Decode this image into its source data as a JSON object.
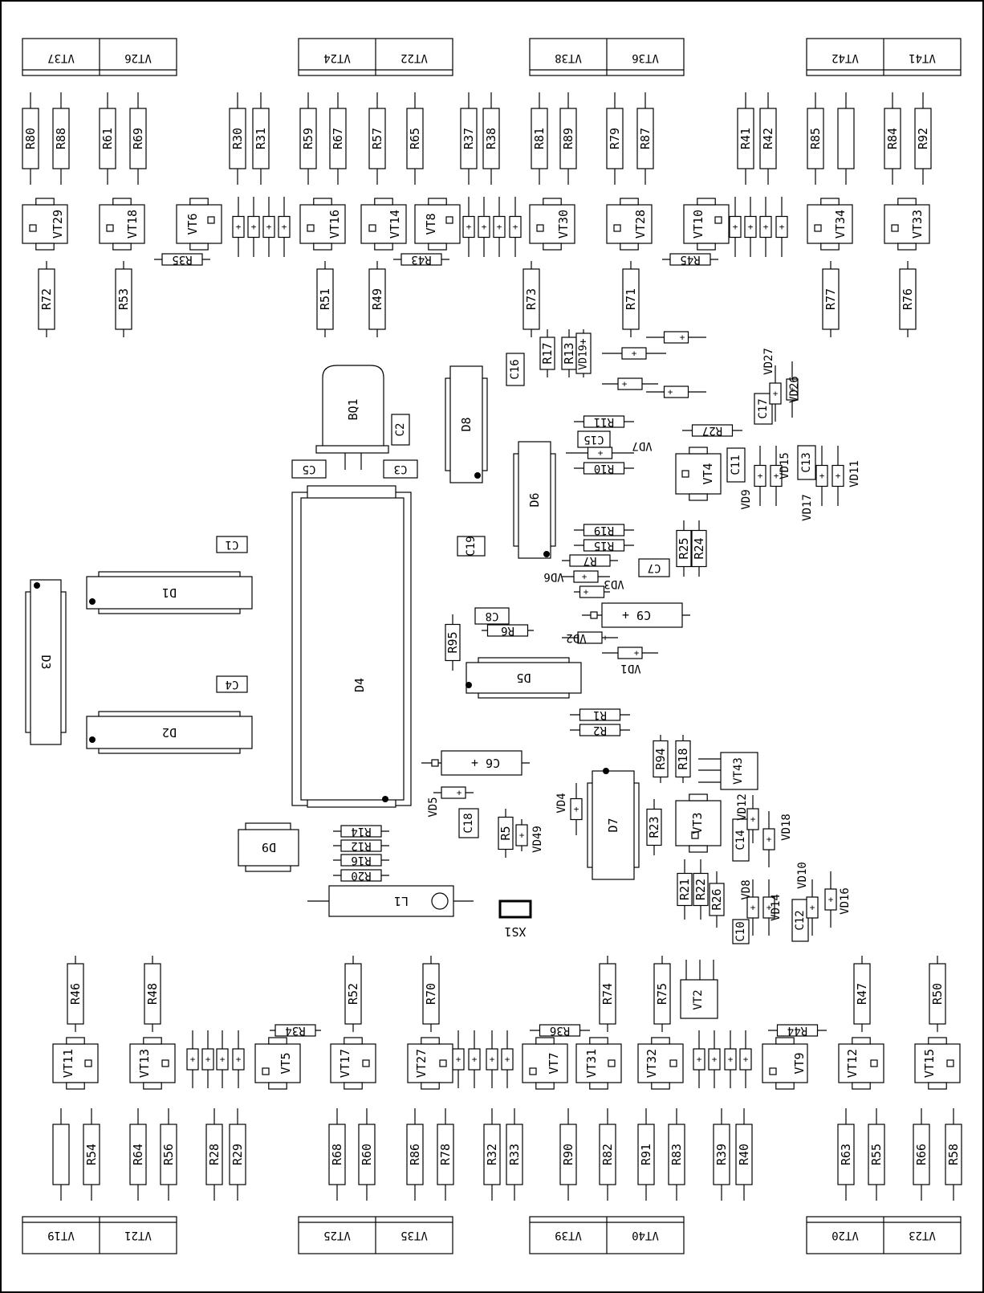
{
  "title": "",
  "components": {
    "transistor_pairs": [
      [
        "VT26",
        "VT37"
      ],
      [
        "VT22",
        "VT24"
      ],
      [
        "VT36",
        "VT38"
      ],
      [
        "VT41",
        "VT42"
      ],
      [
        "VT21",
        "VT19"
      ],
      [
        "VT35",
        "VT25"
      ],
      [
        "VT40",
        "VT39"
      ],
      [
        "VT23",
        "VT20"
      ]
    ],
    "resistors": [
      "R80",
      "R88",
      "R61",
      "R69",
      "R30",
      "R31",
      "R59",
      "R67",
      "R57",
      "R65",
      "R37",
      "R38",
      "R81",
      "R89",
      "R79",
      "R87",
      "R41",
      "R42",
      "R85",
      "R84",
      "R92",
      "R72",
      "R53",
      "R51",
      "R49",
      "R73",
      "R71",
      "R77",
      "R76",
      "R35",
      "R43",
      "R45",
      "R17",
      "R13",
      "R11",
      "R10",
      "R27",
      "R19",
      "R15",
      "R7",
      "R25",
      "R24",
      "R6",
      "R95",
      "R1",
      "R2",
      "R94",
      "R18",
      "R23",
      "R21",
      "R22",
      "R26",
      "R5",
      "R14",
      "R12",
      "R16",
      "R20",
      "R46",
      "R48",
      "R52",
      "R70",
      "R74",
      "R75",
      "R47",
      "R50",
      "R34",
      "R36",
      "R44",
      "R54",
      "R64",
      "R56",
      "R28",
      "R29",
      "R68",
      "R60",
      "R86",
      "R78",
      "R32",
      "R33",
      "R90",
      "R82",
      "R91",
      "R83",
      "R39",
      "R40",
      "R63",
      "R55",
      "R66",
      "R58"
    ],
    "transistors": [
      "VT29",
      "VT18",
      "VT6",
      "VT16",
      "VT14",
      "VT8",
      "VT30",
      "VT28",
      "VT10",
      "VT34",
      "VT33",
      "VT4",
      "VT3",
      "VT43",
      "VT2",
      "VT11",
      "VT13",
      "VT5",
      "VT17",
      "VT27",
      "VT7",
      "VT31",
      "VT32",
      "VT9",
      "VT12",
      "VT15"
    ],
    "chips": [
      "D1",
      "D2",
      "D3",
      "D4",
      "D5",
      "D6",
      "D7",
      "D8",
      "D9"
    ],
    "capacitors": [
      "C1",
      "C2",
      "C3",
      "C4",
      "C5",
      "C6",
      "C7",
      "C8",
      "C9",
      "C10",
      "C11",
      "C12",
      "C13",
      "C14",
      "C15",
      "C16",
      "C17",
      "C18",
      "C19"
    ],
    "diodes": [
      "VD1",
      "VD2",
      "VD3",
      "VD4",
      "VD5",
      "VD6",
      "VD7",
      "VD8",
      "VD9",
      "VD10",
      "VD11",
      "VD12",
      "VD14",
      "VD15",
      "VD16",
      "VD17",
      "VD18",
      "VD19",
      "VD26",
      "VD27",
      "VD49"
    ],
    "other": {
      "crystal": "BQ1",
      "inductor": "L1",
      "connector": "XS1"
    }
  },
  "colors": {
    "line": "#000000",
    "background": "#ffffff"
  }
}
